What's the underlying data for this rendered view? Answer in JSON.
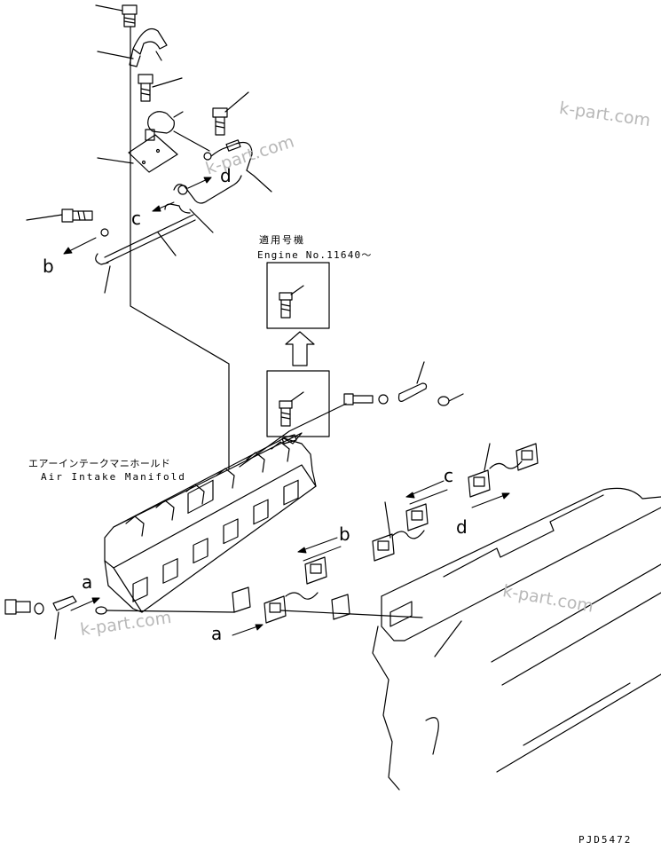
{
  "labels": {
    "a_left": "a",
    "a_right": "a",
    "b_left": "b",
    "b_right": "b",
    "c_top": "c",
    "c_right": "c",
    "d_top": "d",
    "d_right": "d"
  },
  "manifold": {
    "jp": "エアーインテークマニホールド",
    "en": "Air Intake Manifold"
  },
  "applicable": {
    "jp": "適用号機",
    "engine": "Engine No.11640～"
  },
  "watermark": "k-part.com",
  "drawing_code": "PJD5472"
}
